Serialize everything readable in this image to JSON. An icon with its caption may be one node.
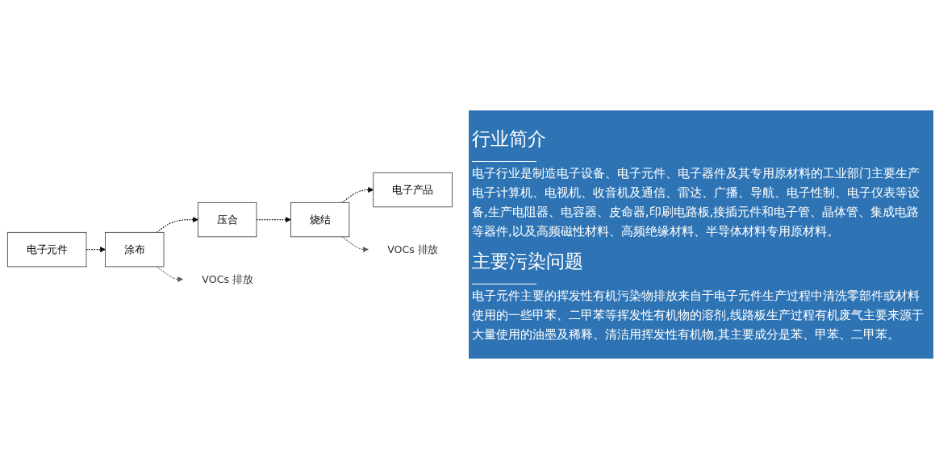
{
  "diagram": {
    "nodes": [
      {
        "text": [
          "电子元件"
        ]
      },
      {
        "text": [
          "涂布"
        ]
      },
      {
        "text": [
          "压合"
        ]
      },
      {
        "text": [
          "烧结"
        ]
      },
      {
        "text": [
          "电子产品"
        ]
      },
      {
        "text": [
          "VOCs 排放"
        ]
      },
      {
        "text": [
          "VOCs 排放"
        ]
      }
    ],
    "edges": [
      {
        "from": 0,
        "to": 1,
        "arrow": "to",
        "style": "dashed"
      },
      {
        "from": 1,
        "to": 2,
        "arrow": "to",
        "style": "dashed"
      },
      {
        "from": 2,
        "to": 3,
        "arrow": "to",
        "style": "dashed"
      },
      {
        "from": 3,
        "to": 4,
        "arrow": "to",
        "style": "dashed"
      },
      {
        "from": 1,
        "to": 5,
        "arrow": "to",
        "style": "dashed",
        "color": "#595959"
      },
      {
        "from": 3,
        "to": 6,
        "arrow": "to",
        "style": "dashed",
        "color": "#595959"
      }
    ],
    "labels": [
      "行业简介",
      "电子行业是制造电子设备、电子元件、电子器件及其专用原材料的工业部门主要生产电子计算机、电视机、收音机及通信、雷达、广播、导航、电子性制、电子仪表等设备,生产电阻器、电容器、皮命器,印刷电路板,接插元件和电子管、晶体管、集成电路等器件,以及高频磁性材料、高频绝缘材料、半导体材料专用原材料。",
      "主要污染问题",
      "电子元件主要的挥发性有机污染物排放来自于电子元件生产过程中清洗零部件或材料使用的一些甲苯、二甲苯等挥发性有机物的溶剂,线路板生产过程有机废气主要来源于大量使用的油墨及稀释、清洁用挥发性有机物,其主要成分是苯、甲苯、二甲苯。"
    ]
  }
}
